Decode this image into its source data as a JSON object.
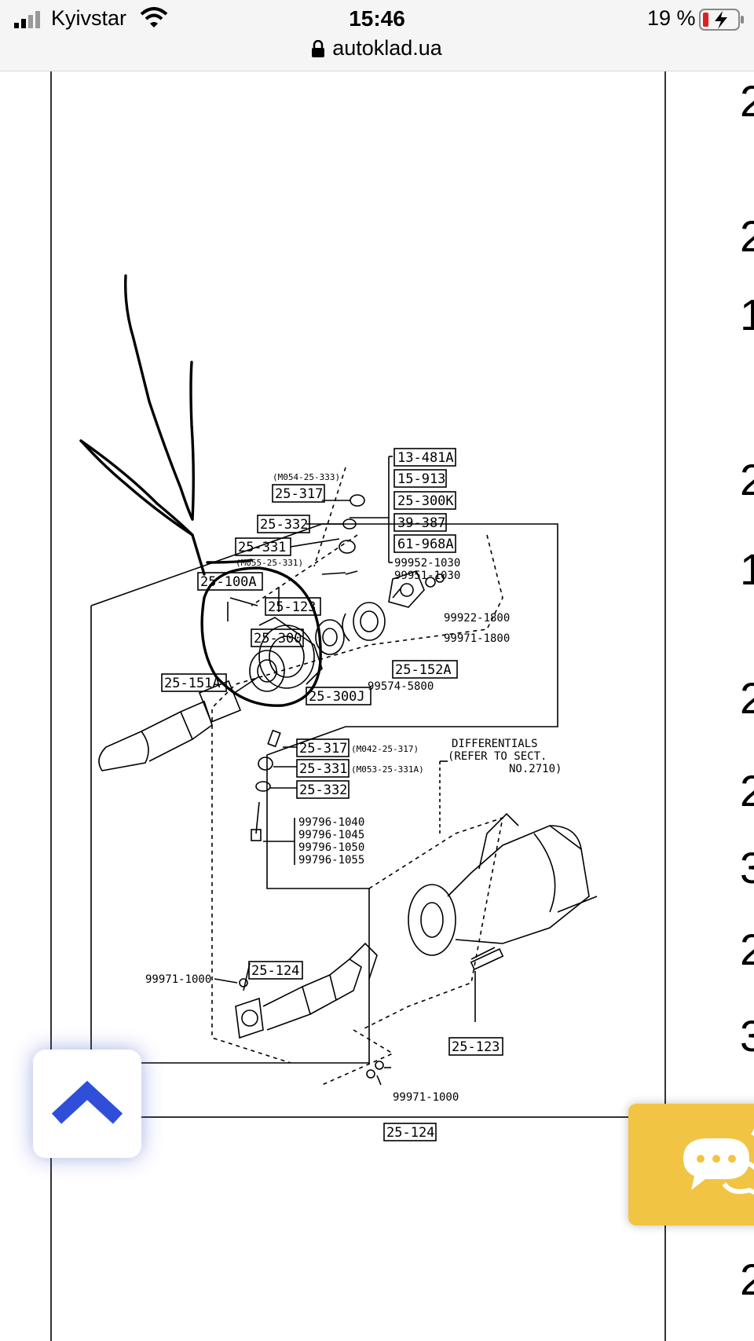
{
  "status_bar": {
    "carrier": "Kyivstar",
    "time": "15:46",
    "url": "autoklad.ua",
    "battery_percent": "19 %"
  },
  "right_column_fragments": [
    "2",
    "2",
    "1",
    "2",
    "1",
    "2",
    "2",
    "3",
    "2",
    "3",
    "3",
    "2"
  ],
  "diagram": {
    "labels": {
      "l_13_481a": "13-481A",
      "l_15_913": "15-913",
      "l_25_300k": "25-300K",
      "l_39_387": "39-387",
      "l_61_968a": "61-968A",
      "l_99952": "99952-1030",
      "l_99951": "99951-1030",
      "l_m054": "(M054-25-333)",
      "l_25_317_top": "25-317",
      "l_25_332_top": "25-332",
      "l_25_331_top": "25-331",
      "l_m055": "(M055-25-331)",
      "l_25_100a": "25-100A",
      "l_25_123_top": "25-123",
      "l_99922": "99922-1800",
      "l_99971_1800": "99971-1800",
      "l_25_300": "25-300",
      "l_25_152a": "25-152A",
      "l_25_151a": "25-151A",
      "l_99574": "99574-5800",
      "l_25_300j": "25-300J",
      "l_25_317_mid": "25-317",
      "l_m042": "(M042-25-317)",
      "l_25_331_mid": "25-331",
      "l_m053": "(M053-25-331A)",
      "l_25_332_mid": "25-332",
      "l_diff1": "DIFFERENTIALS",
      "l_diff2": "(REFER TO SECT.",
      "l_diff3": "NO.2710)",
      "l_99796_1040": "99796-1040",
      "l_99796_1045": "99796-1045",
      "l_99796_1050": "99796-1050",
      "l_99796_1055": "99796-1055",
      "l_25_124_mid": "25-124",
      "l_99971_1000_left": "99971-1000",
      "l_25_123_bottom": "25-123",
      "l_99971_1000_bottom": "99971-1000",
      "l_25_124_bottom": "25-124"
    }
  },
  "icons": {
    "scroll_top": "chevron-up-icon",
    "chat": "chat-bubbles-icon",
    "accent_blue": "#2f4fd8",
    "chat_yellow": "#f2c443"
  }
}
